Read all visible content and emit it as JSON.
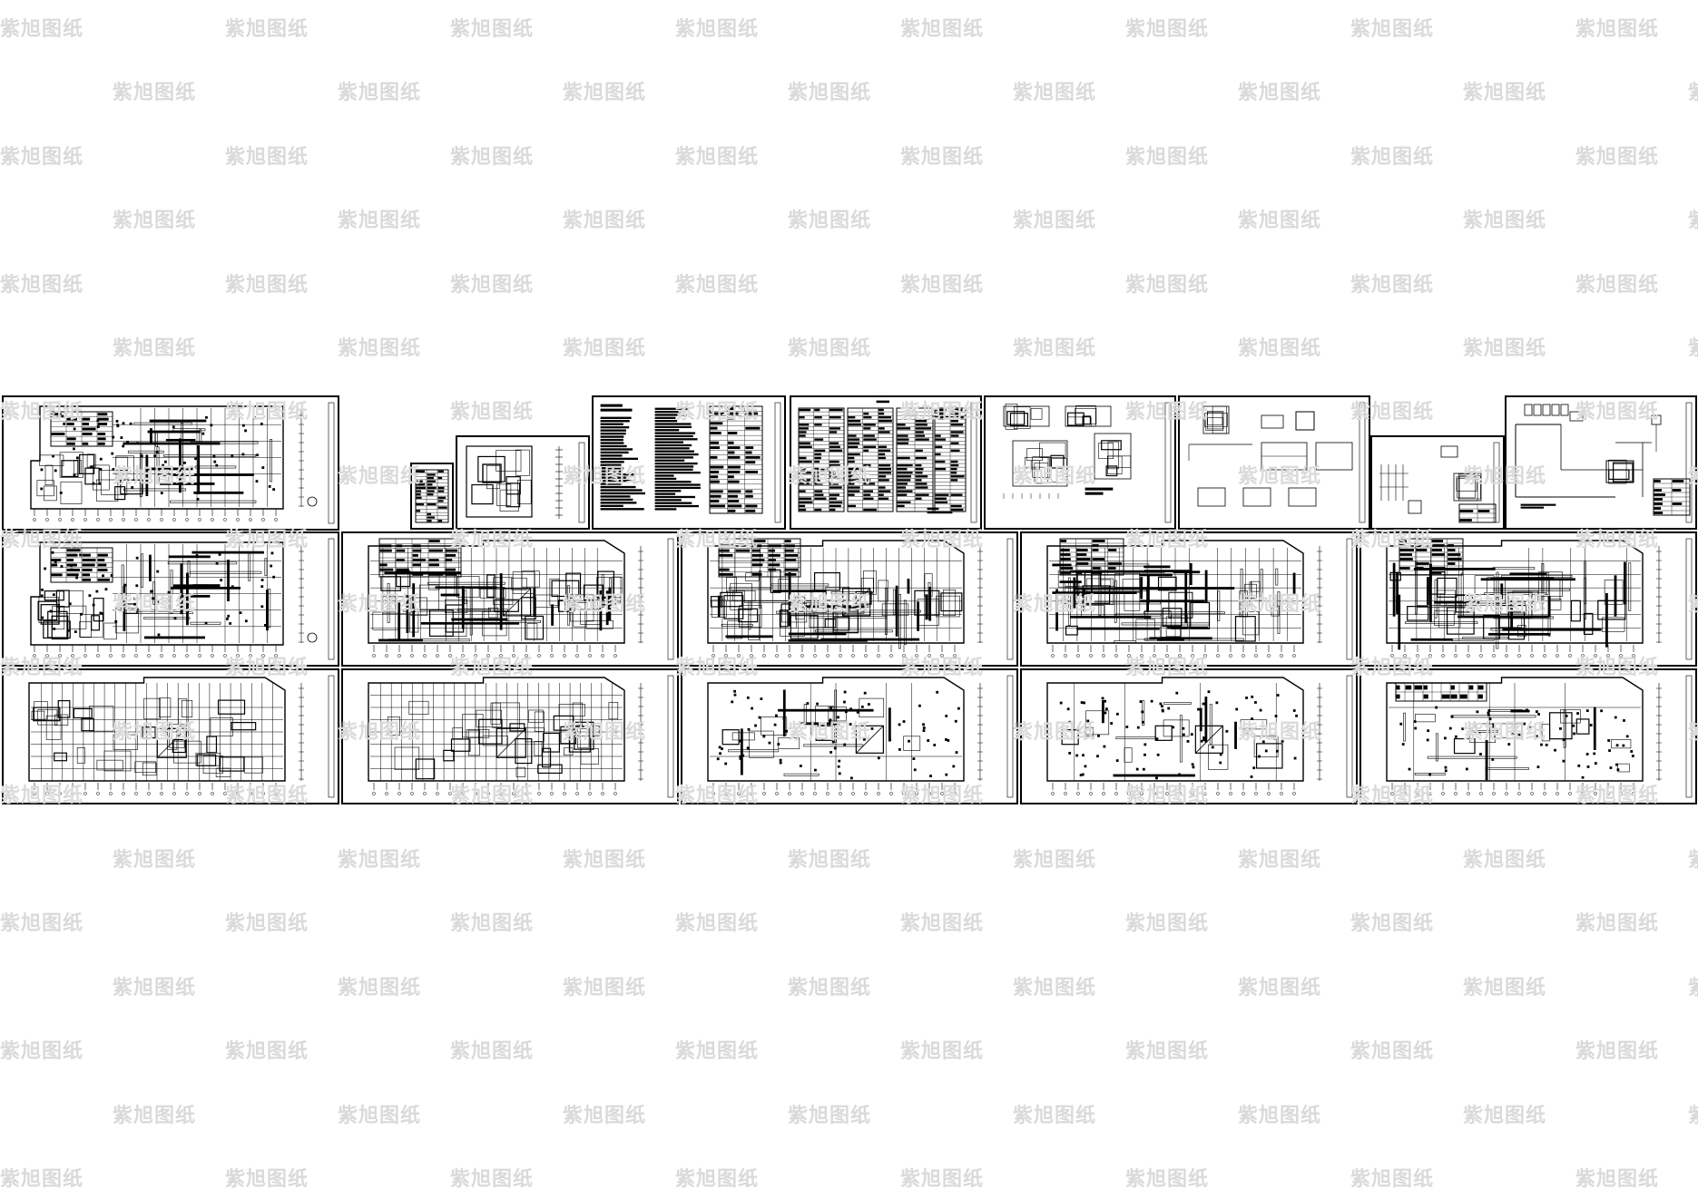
{
  "watermark": {
    "text": "紫旭图纸",
    "color": "#dadada"
  },
  "drawing": {
    "line_color": "#000000",
    "background": "#ffffff",
    "sheet_kinds": [
      "floor-plan",
      "legend-table",
      "notes-text",
      "equipment-table",
      "detail-drawings",
      "system-diagram"
    ]
  }
}
